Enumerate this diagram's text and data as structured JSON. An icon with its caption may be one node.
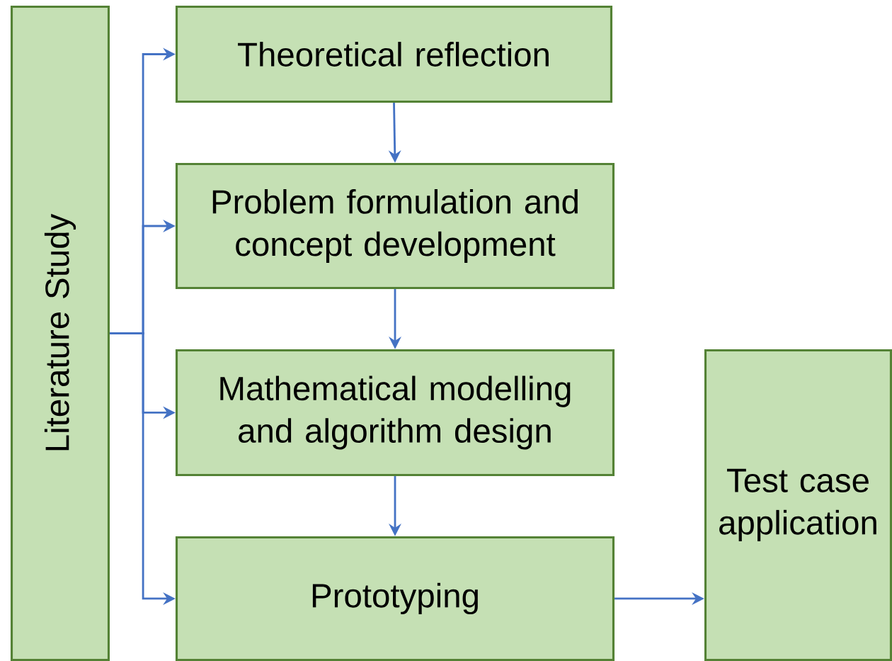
{
  "diagram": {
    "nodes": [
      {
        "text": [
          "Literature Study"
        ]
      },
      {
        "text": [
          "Theoretical reflection"
        ]
      },
      {
        "text": [
          "Problem formulation and concept development"
        ]
      },
      {
        "text": [
          "Mathematical modelling and algorithm design"
        ]
      },
      {
        "text": [
          "Prototyping"
        ]
      },
      {
        "text": [
          "Test case application"
        ]
      }
    ],
    "edges": [
      {
        "from": 0,
        "to": 1,
        "arrow": "to"
      },
      {
        "from": 0,
        "to": 2,
        "arrow": "to"
      },
      {
        "from": 0,
        "to": 3,
        "arrow": "to"
      },
      {
        "from": 0,
        "to": 4,
        "arrow": "to"
      },
      {
        "from": 1,
        "to": 2,
        "arrow": "to"
      },
      {
        "from": 2,
        "to": 3,
        "arrow": "to"
      },
      {
        "from": 3,
        "to": 4,
        "arrow": "to"
      },
      {
        "from": 4,
        "to": 5,
        "arrow": "to"
      }
    ]
  }
}
